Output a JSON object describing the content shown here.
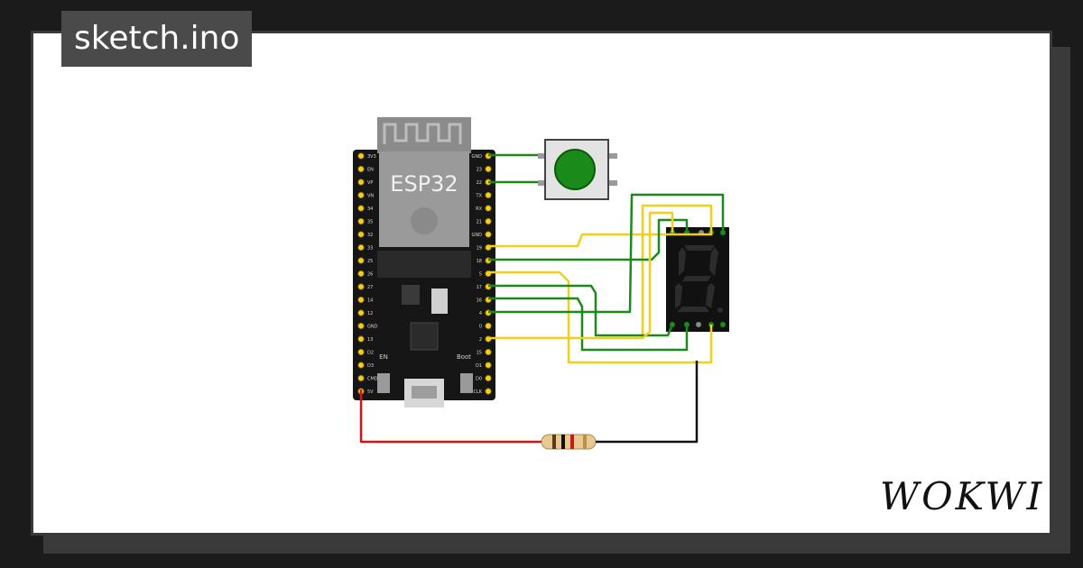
{
  "window": {
    "title": "sketch.ino"
  },
  "brand": {
    "name": "WOKWI"
  },
  "board": {
    "label": "ESP32",
    "left_pins": [
      "3V3",
      "EN",
      "VP",
      "VN",
      "34",
      "35",
      "32",
      "33",
      "25",
      "26",
      "27",
      "14",
      "12",
      "GND",
      "13",
      "D2",
      "D3",
      "CMD",
      "5V"
    ],
    "right_pins": [
      "GND",
      "23",
      "22",
      "TX",
      "RX",
      "21",
      "GND",
      "19",
      "18",
      "5",
      "17",
      "16",
      "4",
      "0",
      "2",
      "15",
      "D1",
      "D0",
      "CLK"
    ],
    "button_labels": {
      "en": "EN",
      "boot": "Boot"
    }
  },
  "colors": {
    "wire_green": "#1a8a1a",
    "wire_yellow": "#f4cf1a",
    "wire_red": "#e01010",
    "wire_black": "#111111",
    "pushbutton": "#1a8a1a"
  }
}
